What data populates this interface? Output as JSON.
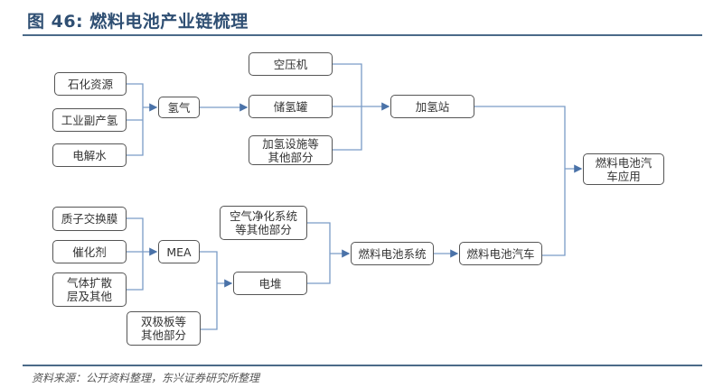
{
  "title": "图 46: 燃料电池产业链梳理",
  "nodes": {
    "petrochemical": "石化资源",
    "industrial_byproduct": "工业副产氢",
    "electrolysis": "电解水",
    "hydrogen": "氢气",
    "compressor": "空压机",
    "storage_tank": "储氢罐",
    "refuel_other": "加氢设施等其他部分",
    "station": "加氢站",
    "application": "燃料电池汽车应用",
    "pem": "质子交换膜",
    "catalyst": "催化剂",
    "gdl": "气体扩散层及其他",
    "mea": "MEA",
    "air_system": "空气净化系统等其他部分",
    "stack": "电堆",
    "bipolar": "双极板等其他部分",
    "fc_system": "燃料电池系统",
    "fc_vehicle": "燃料电池汽车"
  },
  "source": "资料来源：公开资料整理，东兴证券研究所整理",
  "colors": {
    "line": "#6f93bf",
    "title": "#2f4f73"
  }
}
